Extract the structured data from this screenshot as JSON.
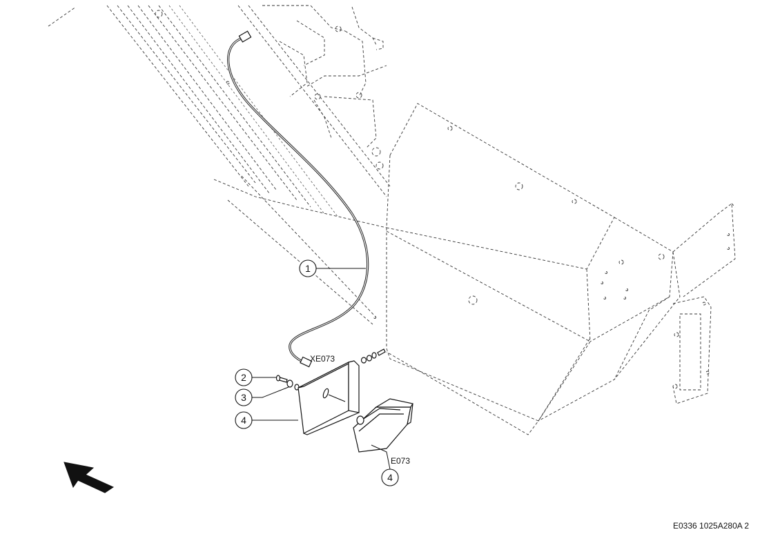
{
  "callouts": [
    {
      "number": "1"
    },
    {
      "number": "2"
    },
    {
      "number": "3"
    },
    {
      "number": "4"
    },
    {
      "number": "4"
    }
  ],
  "part_labels": {
    "connector": "XE073",
    "lamp": "E073"
  },
  "drawing_id": "E0336 1025A280A 2",
  "colors": {
    "line": "#111111",
    "background": "#ffffff"
  },
  "icons": {
    "direction_arrow": "arrow-up-left-icon"
  }
}
